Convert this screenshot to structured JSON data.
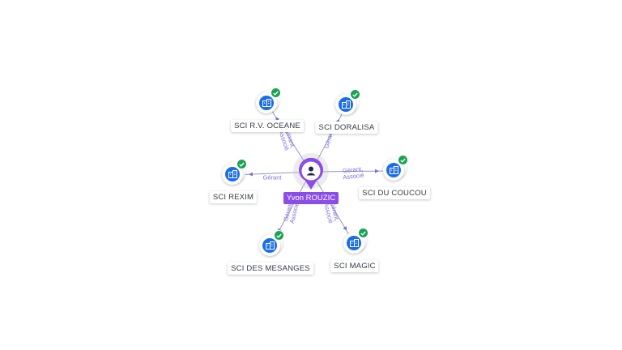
{
  "center": {
    "name": "Yvon ROUZIC",
    "icon": "person-icon",
    "color": "#8a4de8"
  },
  "companies": [
    {
      "id": "rv-oceane",
      "name": "SCI R.V. OCEANE",
      "icon": "building-icon",
      "verified_icon": "check-icon"
    },
    {
      "id": "doralisa",
      "name": "SCI DORALISA",
      "icon": "building-icon",
      "verified_icon": "check-icon"
    },
    {
      "id": "rexim",
      "name": "SCI REXIM",
      "icon": "building-icon",
      "verified_icon": "check-icon"
    },
    {
      "id": "du-coucou",
      "name": "SCI DU COUCOU",
      "icon": "building-icon",
      "verified_icon": "check-icon"
    },
    {
      "id": "des-mesanges",
      "name": "SCI DES MESANGES",
      "icon": "building-icon",
      "verified_icon": "check-icon"
    },
    {
      "id": "magic",
      "name": "SCI MAGIC",
      "icon": "building-icon",
      "verified_icon": "check-icon"
    }
  ],
  "edges": [
    {
      "to": "rv-oceane",
      "label": "Gérant, Associé"
    },
    {
      "to": "doralisa",
      "label": "Gérant"
    },
    {
      "to": "rexim",
      "label": "Gérant"
    },
    {
      "to": "du-coucou",
      "label": "Gérant, Associé"
    },
    {
      "to": "des-mesanges",
      "label": "Gérant, Associé"
    },
    {
      "to": "magic",
      "label": "Gérant, Associé"
    }
  ],
  "colors": {
    "company": "#1a6ce8",
    "verified": "#1aa353",
    "edge_label": "#7a6ee0",
    "edge_line": "#8d9bb3"
  }
}
